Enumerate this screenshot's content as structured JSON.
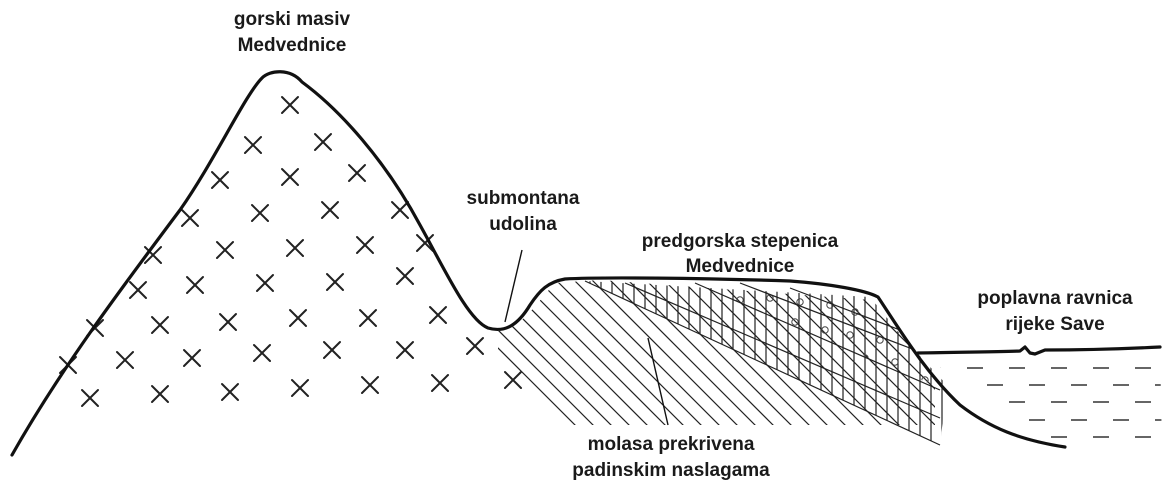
{
  "labels": {
    "massif_line1": "gorski masiv",
    "massif_line2": "Medvednice",
    "valley_line1": "submontana",
    "valley_line2": "udolina",
    "terrace_line1": "predgorska stepenica",
    "terrace_line2": "Medvednice",
    "floodplain_line1": "poplavna ravnica",
    "floodplain_line2": "rijeke Save",
    "molasse_line1": "molasa prekrivena",
    "molasse_line2": "padinskim naslagama"
  }
}
